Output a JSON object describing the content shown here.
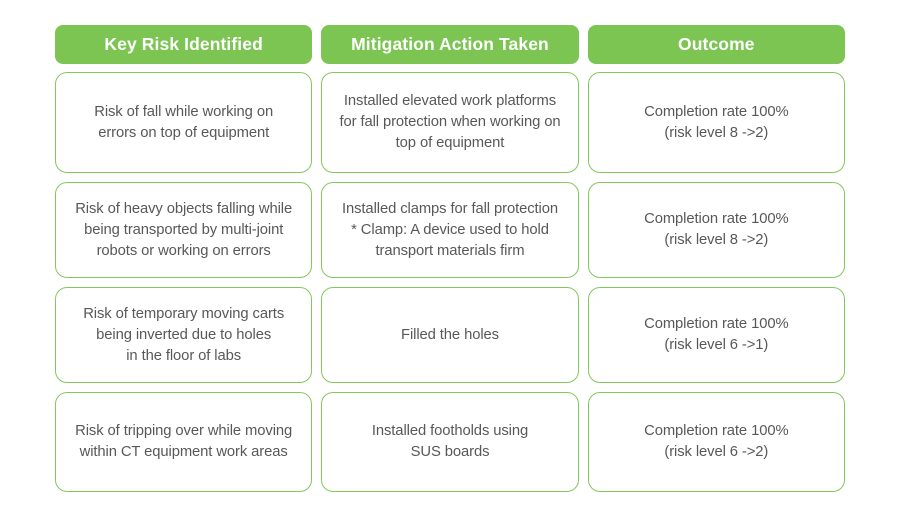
{
  "colors": {
    "header_bg": "#7cc553",
    "header_text": "#ffffff",
    "cell_border": "#82c95c",
    "cell_text": "#58585a",
    "page_bg": "#ffffff"
  },
  "table": {
    "headers": [
      "Key Risk Identified",
      "Mitigation Action Taken",
      "Outcome"
    ],
    "rows": [
      {
        "risk": "Risk of fall while working on\nerrors on top of equipment",
        "action": "Installed elevated work platforms\nfor fall protection when working on\ntop of equipment",
        "outcome": "Completion rate 100%\n(risk level 8 ->2)"
      },
      {
        "risk": "Risk of heavy objects falling while\nbeing transported by multi-joint\nrobots or working on errors",
        "action": "Installed clamps for fall protection\n* Clamp: A device used to hold\ntransport materials firm",
        "outcome": "Completion rate 100%\n(risk level 8 ->2)"
      },
      {
        "risk": "Risk of temporary moving carts\nbeing inverted due to holes\nin the floor of labs",
        "action": "Filled the holes",
        "outcome": "Completion rate 100%\n(risk level 6 ->1)"
      },
      {
        "risk": "Risk of tripping over while moving\nwithin CT equipment work areas",
        "action": "Installed footholds using\nSUS boards",
        "outcome": "Completion rate 100%\n(risk level 6 ->2)"
      }
    ]
  }
}
